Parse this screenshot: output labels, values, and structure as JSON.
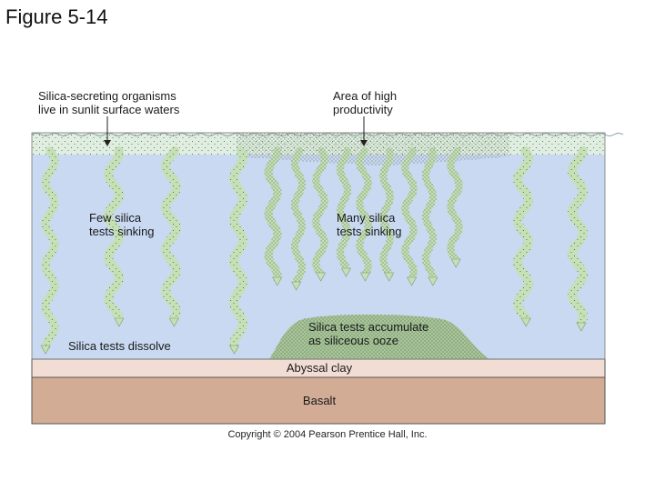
{
  "title": "Figure 5-14",
  "labels": {
    "surface": [
      "Silica-secreting organisms",
      "live in sunlit surface waters"
    ],
    "high_productivity": [
      "Area of high",
      "productivity"
    ],
    "few_tests": [
      "Few silica",
      "tests sinking"
    ],
    "many_tests": [
      "Many silica",
      "tests sinking"
    ],
    "dissolve": "Silica tests dissolve",
    "accumulate": [
      "Silica tests accumulate",
      "as siliceous ooze"
    ],
    "abyssal_clay": "Abyssal clay",
    "basalt": "Basalt"
  },
  "copyright": "Copyright © 2004 Pearson Prentice Hall, Inc.",
  "colors": {
    "water": "#c9d9f1",
    "surface_layer": "#dfeee0",
    "organism_trail": "#c5e0b7",
    "stipple": "#3f5a3a",
    "ooze": "#a9c79a",
    "clay": "#f1ddd4",
    "basalt": "#d2ac95",
    "outline": "#555555"
  }
}
